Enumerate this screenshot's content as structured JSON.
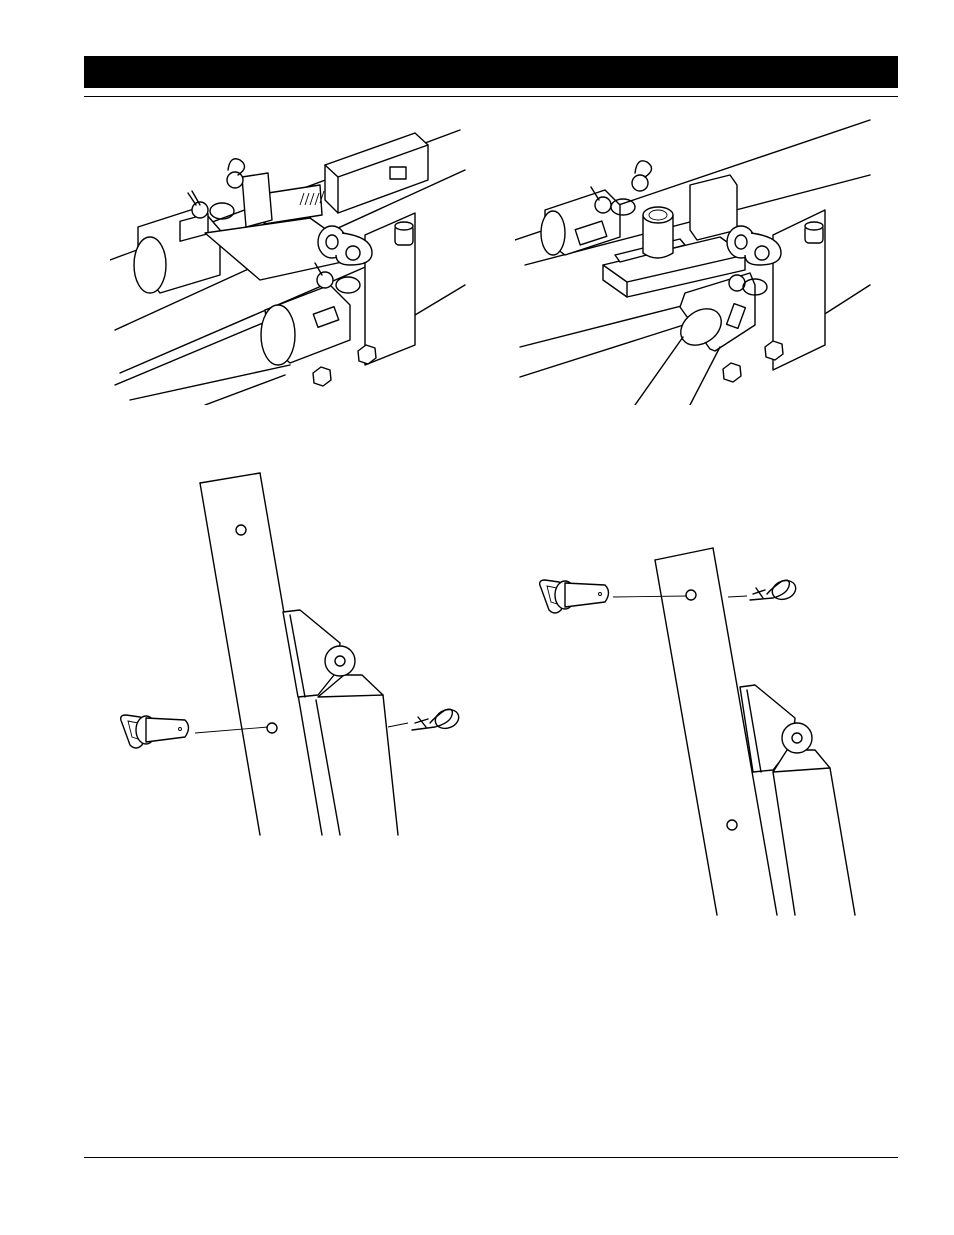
{
  "colors": {
    "ink": "#000000",
    "paper": "#ffffff",
    "header_bar": "#000000"
  },
  "figures": [
    {
      "id": "fig-1",
      "subject": "boom-stowed-on-base-assembly"
    },
    {
      "id": "fig-2",
      "subject": "boom-deployed-base-assembly"
    },
    {
      "id": "fig-3",
      "subject": "mast-pin-lower-hole-exploded"
    },
    {
      "id": "fig-4",
      "subject": "mast-pin-upper-hole-exploded"
    }
  ],
  "icons": [
    "detent-pin-icon",
    "hair-pin-clip-icon",
    "bolt-head-icon"
  ]
}
